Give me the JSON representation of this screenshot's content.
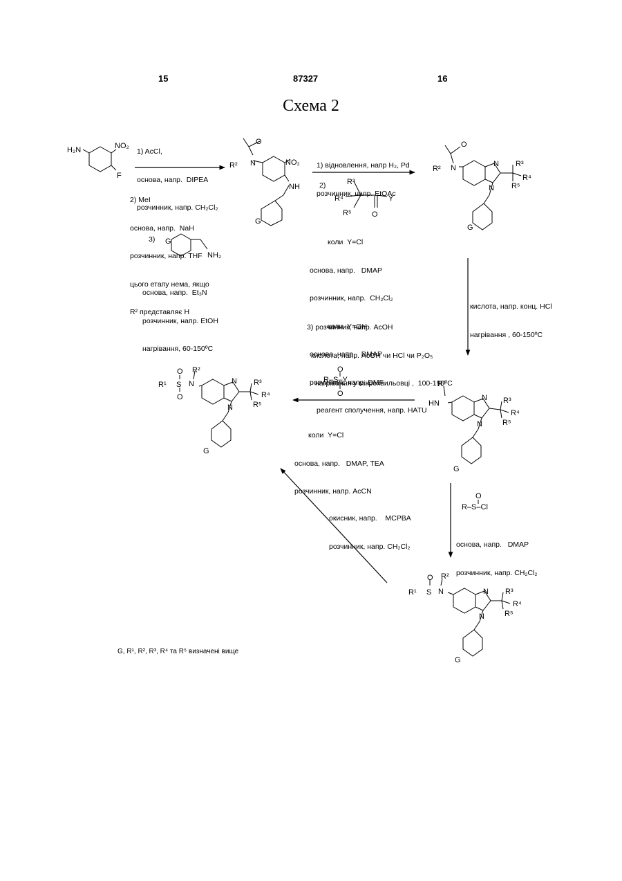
{
  "header": {
    "page_left": "15",
    "patent_number": "87327",
    "page_right": "16"
  },
  "title": "Схема 2",
  "conditions": {
    "step1_top": [
      "1) AcCl,",
      "основа, напр.  DIPEA",
      "розчинник, напр. CH₂Cl₂"
    ],
    "step1_bottom": [
      "2) MeI",
      "основа, напр.  NaH",
      "розчинник, напр. THF",
      "цього етапу нема, якщо",
      "R² представляє H"
    ],
    "step1_amine_label": "3)",
    "step1_amine_conditions": [
      "основа, напр.  Et₃N",
      "розчинник, напр. EtOH",
      "нагрівання, 60-150ºC"
    ],
    "step2_top": [
      "1) відновлення, напр H₂, Pd",
      "розчинник, напр. EtOAc"
    ],
    "step2_label": "2)",
    "step2_conditions": [
      "коли  Y=Cl",
      "основа, напр.   DMAP",
      "розчинник, напр.  CH₂Cl₂",
      "коли  Y=OH",
      "основа, напр.   DMAP",
      "розчинник, напр. DMF",
      "реагент сполучення, напр. HATU"
    ],
    "step2_cyclization": [
      "3) розчинник, напр. AcOH",
      "кислота, напр. AcOH чи HCl чи P₂O₅",
      "нагрівання у мікрохвильовці ,  100-190ºC"
    ],
    "deprotection": [
      "кислота, напр. конц. HCl",
      "нагрівання , 60-150ºC"
    ],
    "sulfonylation": [
      "коли  Y=Cl",
      "основа, напр.   DMAP, TEA",
      "розчинник, напр. AcCN"
    ],
    "sulfinylation": [
      "основа, напр.   DMAP",
      "розчинник, напр. CH₂Cl₂"
    ],
    "oxidation": [
      "окисник, напр.    MCPBA",
      "розчинник, напр. CH₂Cl₂"
    ]
  },
  "labels": {
    "H2N": "H₂N",
    "NO2": "NO₂",
    "F": "F",
    "NH": "NH",
    "NH2": "NH₂",
    "N": "N",
    "O": "O",
    "G": "G",
    "R1": "R¹",
    "R2": "R²",
    "R3": "R³",
    "R4": "R⁴",
    "R5": "R⁵",
    "Y": "Y",
    "HN": "HN",
    "Cl": "Cl",
    "RSY": "R–S–Y",
    "RSCl": "R–S–Cl",
    "S": "S"
  },
  "footnote": "G, R¹, R², R³, R⁴ та   R⁵ визначені вище"
}
